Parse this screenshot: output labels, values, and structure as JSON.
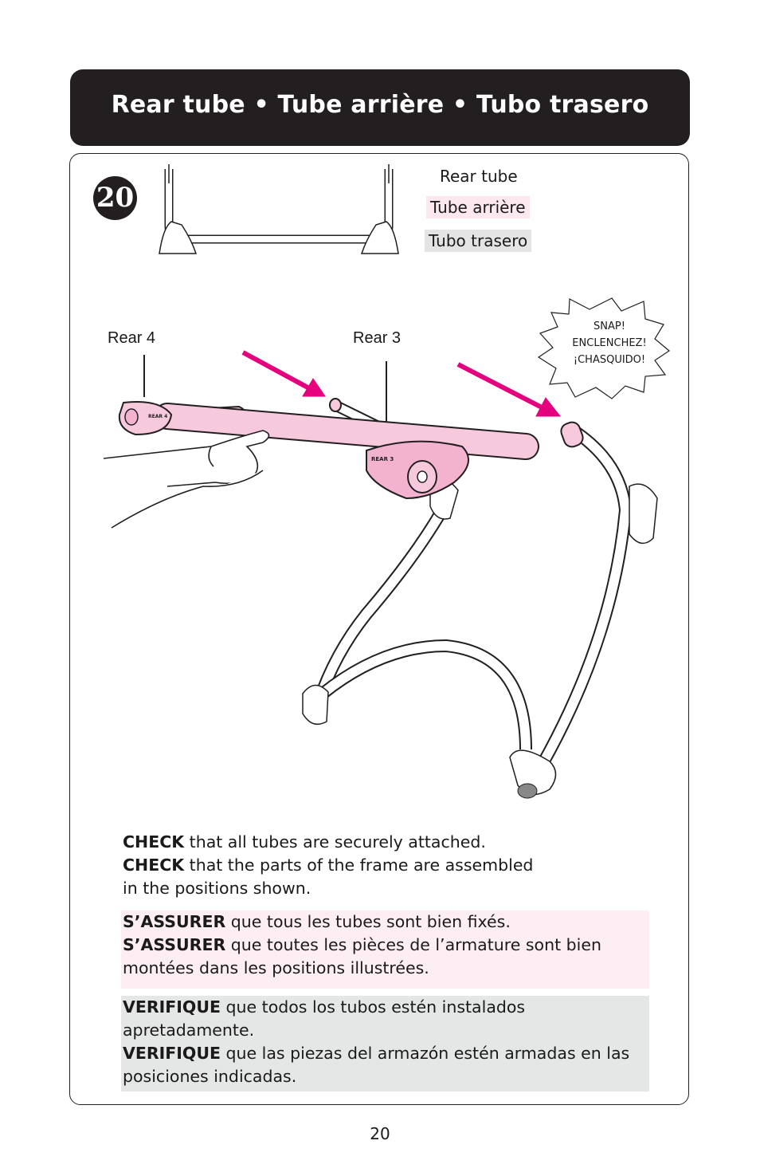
{
  "header": {
    "title": "Rear tube • Tube arrière • Tubo trasero"
  },
  "step": {
    "number": "20"
  },
  "part_labels": {
    "en": "Rear tube",
    "fr": "Tube arrière",
    "es": "Tubo trasero"
  },
  "callouts": {
    "rear4": "Rear 4",
    "rear3": "Rear 3"
  },
  "snap": {
    "line1": "SNAP!",
    "line2": "ENCLENCHEZ!",
    "line3": "¡CHASQUIDO!"
  },
  "tube_labels": {
    "rear4_tag": "REAR 4",
    "rear3_tag": "REAR 3"
  },
  "instructions": {
    "en": {
      "kw1": "CHECK",
      "t1": " that all tubes are securely attached.",
      "kw2": "CHECK",
      "t2": " that the parts of the frame are assembled",
      "t2b": "in the positions shown."
    },
    "fr": {
      "kw1": "S’ASSURER",
      "t1": " que tous les tubes sont bien fixés.",
      "kw2": "S’ASSURER",
      "t2": " que toutes les pièces de l’armature sont bien",
      "t2b": "montées dans les positions illustrées."
    },
    "es": {
      "kw1": "VERIFIQUE",
      "t1": " que todos los tubos estén instalados",
      "t1b": "apretadamente.",
      "kw2": "VERIFIQUE",
      "t2": " que las piezas del armazón estén armadas en las",
      "t2b": "posiciones indicadas."
    }
  },
  "colors": {
    "pink_arrow": "#e5007e",
    "tube_pink": "#f7c9dc",
    "banner": "#231f20"
  },
  "page": {
    "number": "20"
  }
}
